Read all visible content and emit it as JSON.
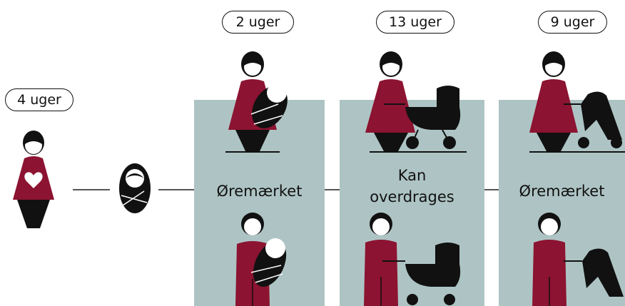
{
  "colors": {
    "maroon": "#8c1331",
    "panel": "#aec4c4",
    "ink": "#111111"
  },
  "pills": [
    {
      "label": "4 uger"
    },
    {
      "label": "2 uger"
    },
    {
      "label": "13 uger"
    },
    {
      "label": "9 uger"
    }
  ],
  "panels": [
    {
      "label_line1": "Øremærket",
      "label_line2": ""
    },
    {
      "label_line1": "Kan",
      "label_line2": "overdrages"
    },
    {
      "label_line1": "Øremærket",
      "label_line2": ""
    }
  ],
  "icons": [
    "pregnant-woman-icon",
    "baby-icon",
    "mother-with-baby-icon",
    "father-with-baby-icon",
    "mother-with-pram-icon",
    "father-with-pram-icon",
    "mother-with-stroller-icon",
    "father-with-stroller-icon"
  ]
}
